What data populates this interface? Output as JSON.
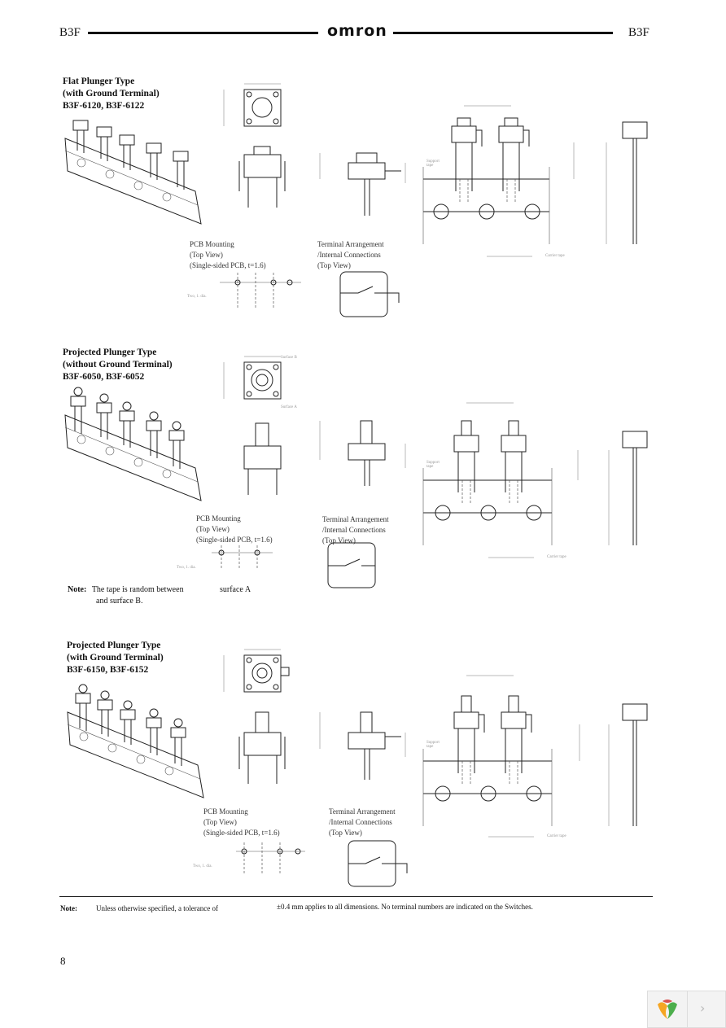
{
  "header": {
    "code_left": "B3F",
    "brand": "omron",
    "code_right": "B3F"
  },
  "sections": [
    {
      "title_lines": [
        "Flat Plunger Type",
        "(with Ground Terminal)",
        "B3F-6120, B3F-6122"
      ],
      "pcb_caption": [
        "PCB Mounting",
        "(Top View)",
        "(Single-sided PCB, t=1.6)"
      ],
      "terminal_caption": [
        "Terminal Arrangement",
        "/Internal Connections",
        "(Top View)"
      ],
      "support_label": "Support\ntape",
      "carrier_label": "Carrier tape",
      "mount_label": "Two, 1.  dia."
    },
    {
      "title_lines": [
        "Projected Plunger Type",
        "(without Ground Terminal)",
        "B3F-6050, B3F-6052"
      ],
      "pcb_caption": [
        "PCB Mounting",
        "(Top View)",
        "(Single-sided PCB, t=1.6)"
      ],
      "terminal_caption": [
        "Terminal Arrangement",
        "/Internal Connections",
        "(Top View)"
      ],
      "support_label": "Support\ntape",
      "carrier_label": "Carrier tape",
      "mount_label": "Two, 1.  dia.",
      "surface_a": "Surface A",
      "surface_b": "Surface B"
    },
    {
      "title_lines": [
        "Projected Plunger Type",
        "(with Ground Terminal)",
        "B3F-6150, B3F-6152"
      ],
      "pcb_caption": [
        "PCB Mounting",
        "(Top View)",
        "(Single-sided PCB, t=1.6)"
      ],
      "terminal_caption": [
        "Terminal Arrangement",
        "/Internal Connections",
        "(Top View)"
      ],
      "support_label": "Support\ntape",
      "carrier_label": "Carrier tape",
      "mount_label": "Two, 1.  dia."
    }
  ],
  "mid_note": {
    "label": "Note:",
    "line1": "The tape is random between",
    "line2": "and surface B.",
    "surface": "surface A"
  },
  "footer_note": {
    "label": "Note:",
    "text_a": "Unless otherwise specified, a tolerance of",
    "text_b": "±0.4 mm applies to all dimensions. No terminal numbers are indicated on the Switches."
  },
  "page_number": "8",
  "colors": {
    "ink": "#111111",
    "dim": "#777777",
    "paper": "#ffffff"
  }
}
